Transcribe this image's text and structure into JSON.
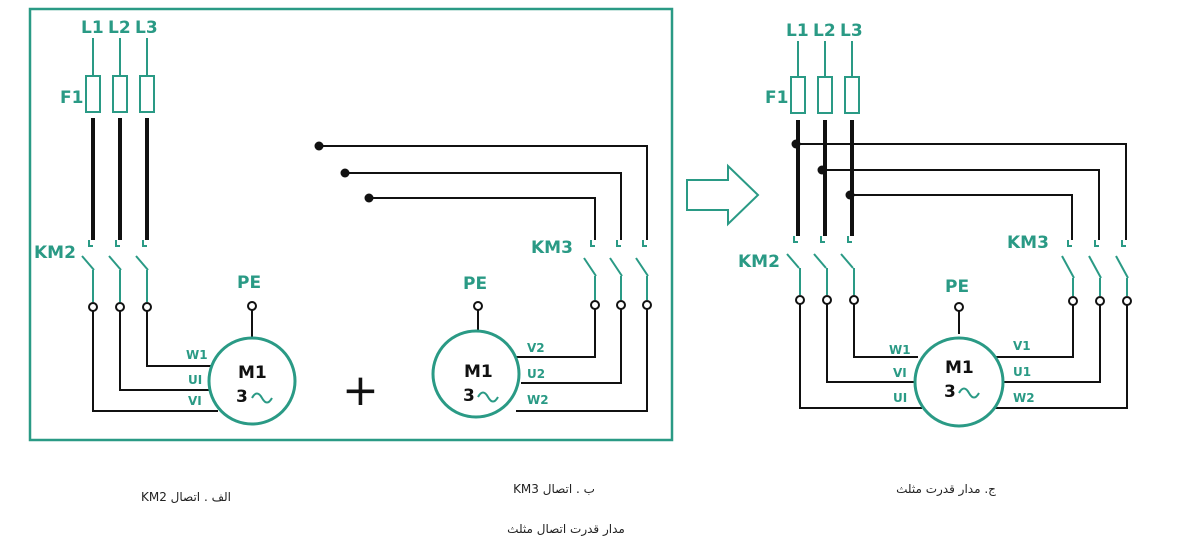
{
  "colors": {
    "accent": "#2a9a85",
    "wire": "#111111",
    "background": "#ffffff"
  },
  "labels": {
    "l1": "L1",
    "l2": "L2",
    "l3": "L3",
    "f1": "F1",
    "km2": "KM2",
    "km3": "KM3",
    "pe": "PE",
    "m1": "M1",
    "m_phase": "3",
    "w1": "W1",
    "u1_roman": "UI",
    "v1_roman": "VI",
    "v2": "V2",
    "u2": "U2",
    "w2": "W2",
    "v1": "V1",
    "u1": "U1",
    "plus": "+"
  },
  "captions": {
    "part_a": "الف . اتصال KM2",
    "part_b": "ب . اتصال KM3",
    "part_c": "ج. مدار قدرت مثلث",
    "main": "مدار قدرت اتصال مثلث"
  }
}
